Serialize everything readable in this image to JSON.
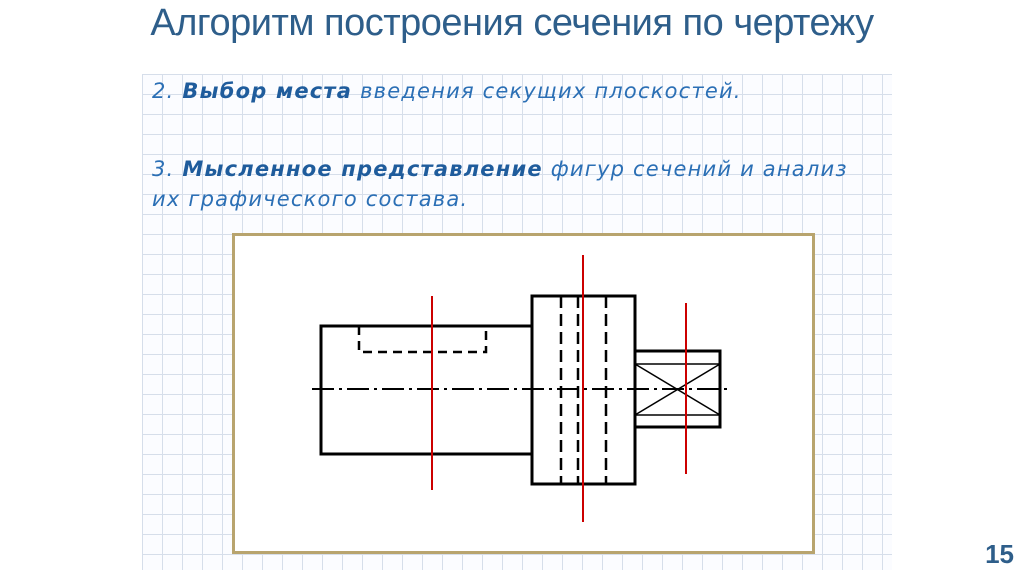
{
  "slide": {
    "title": "Алгоритм построения сечения по чертежу",
    "step1": {
      "number": "2.",
      "bold": "Выбор места",
      "rest": "введения секущих плоскостей."
    },
    "step2": {
      "number": "3.",
      "bold": "Мысленное представление",
      "rest": "фигур сечений и анализ их графического состава."
    },
    "page_number": "15"
  },
  "colors": {
    "title": "#2e5e8a",
    "text": "#2b6fb5",
    "frame": "#b8a46e",
    "cutting_plane": "#cc0000",
    "outline": "#000000"
  }
}
